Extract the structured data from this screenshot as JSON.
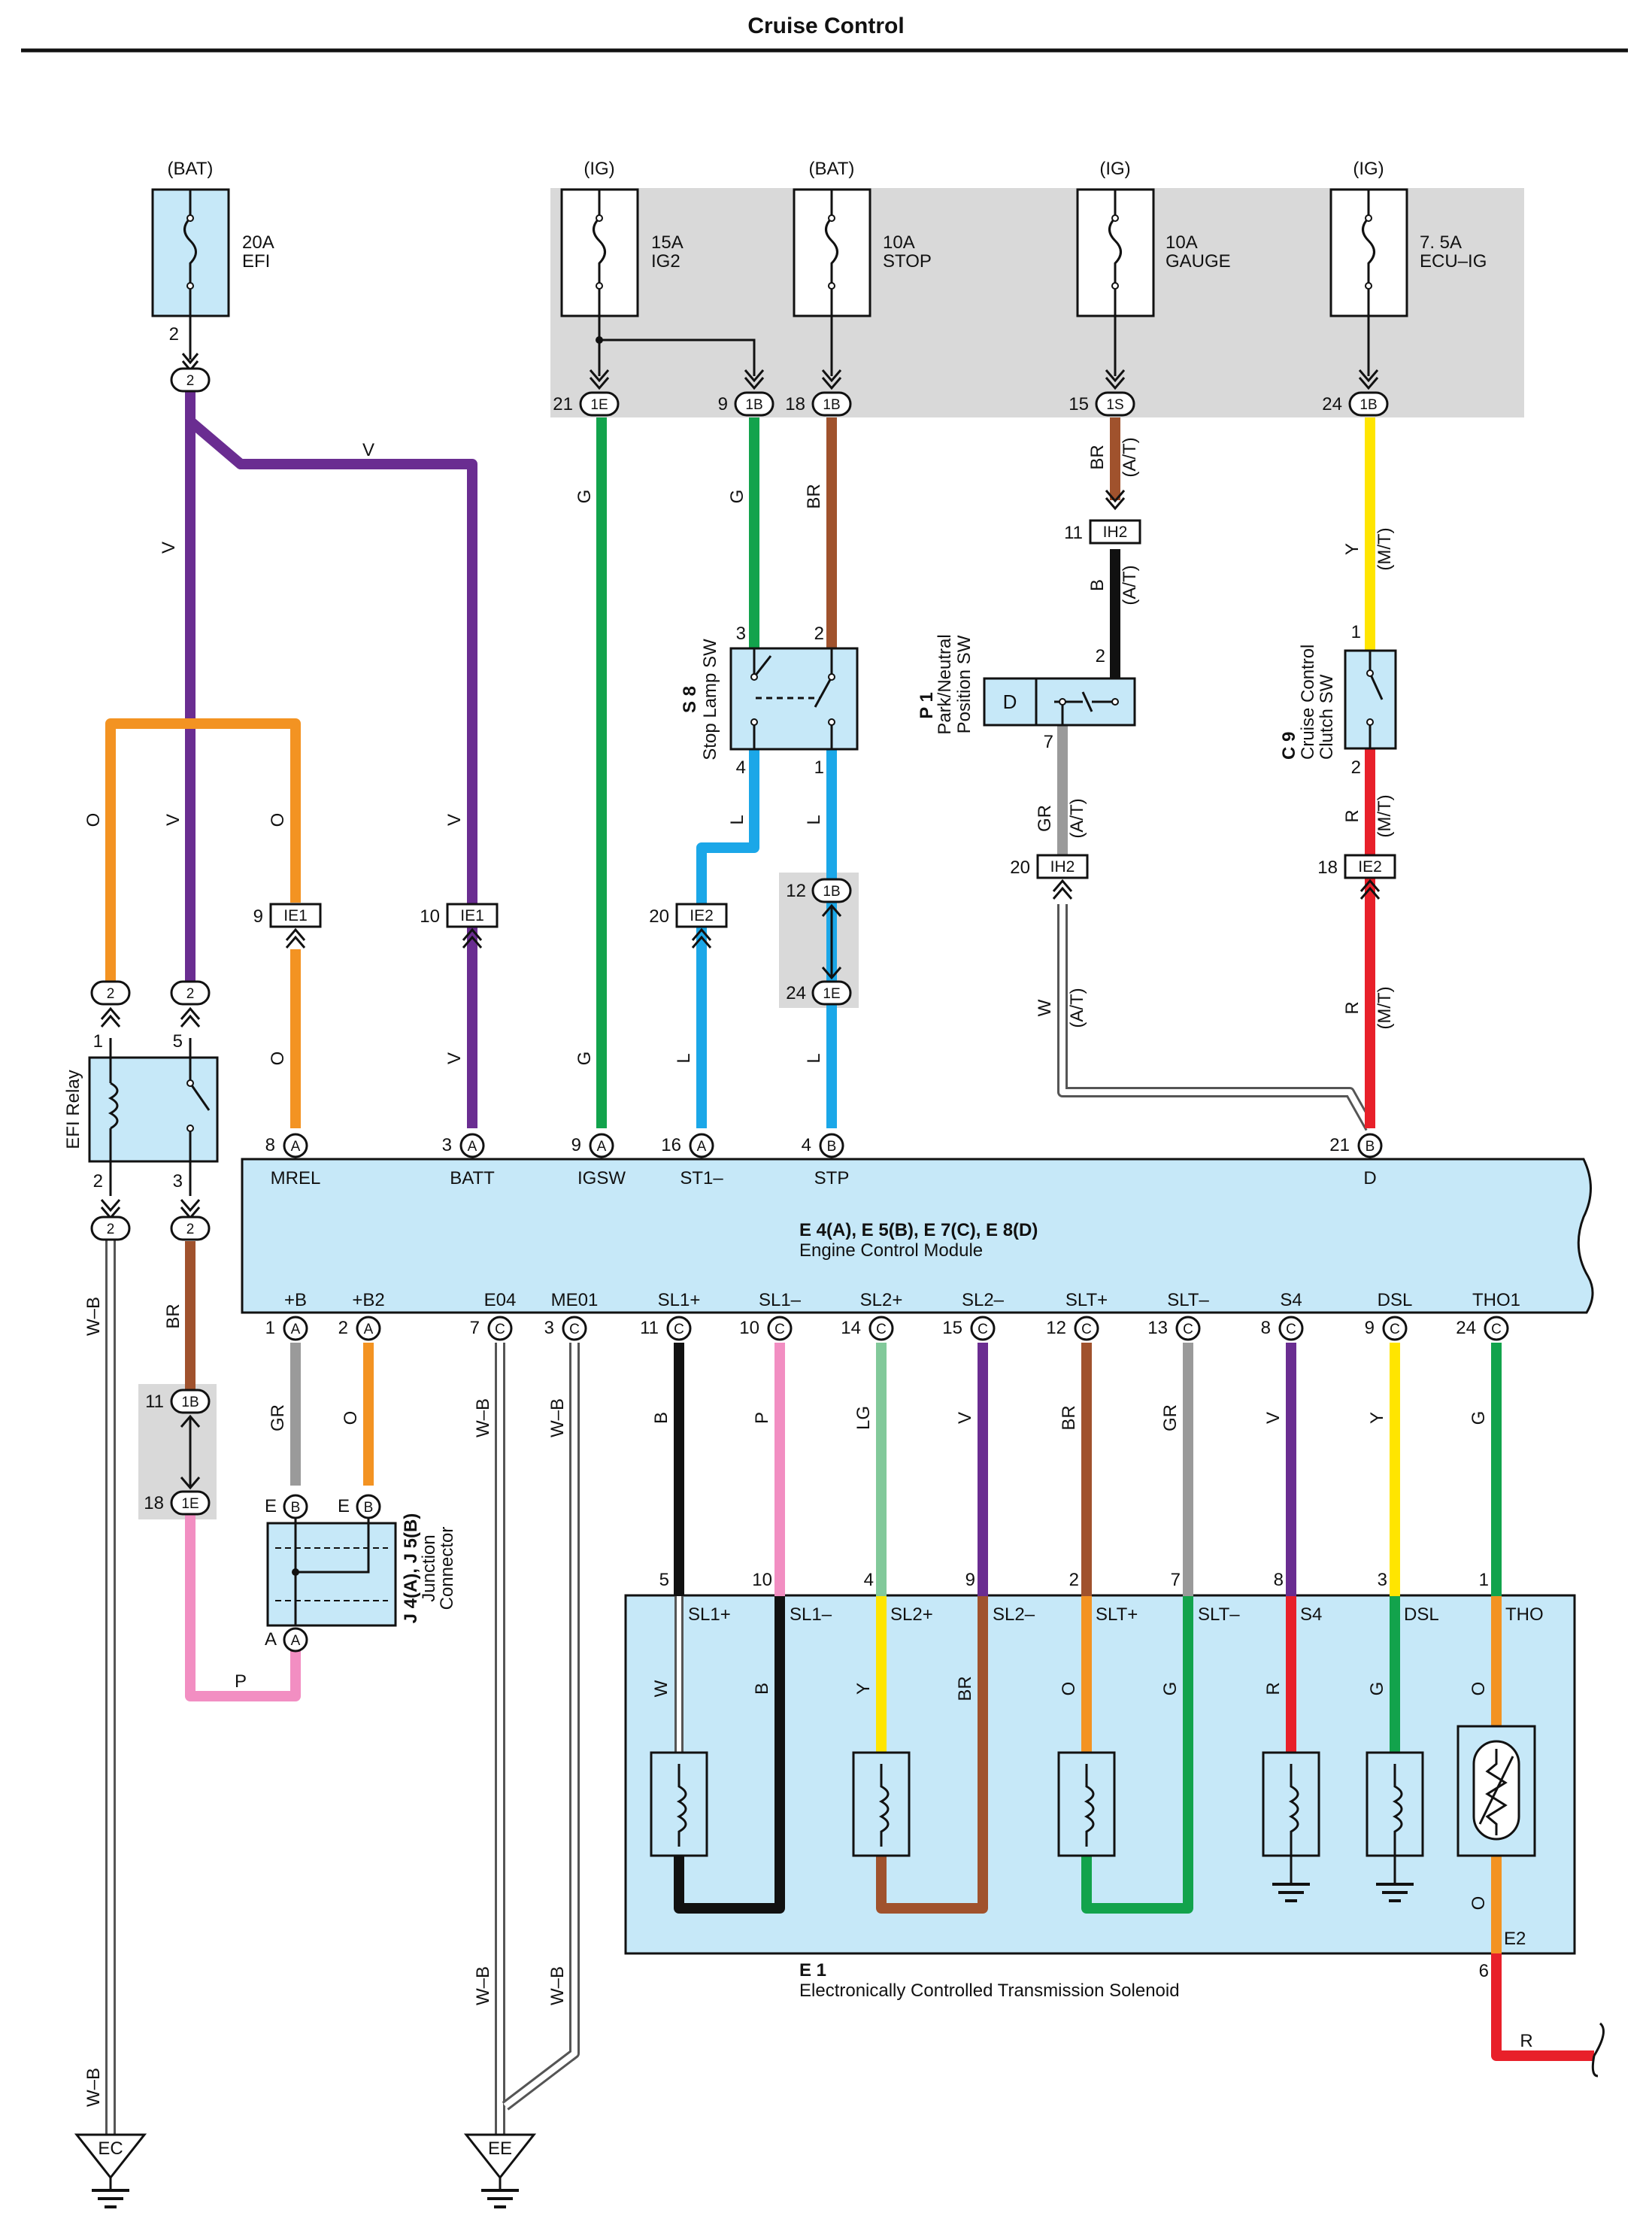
{
  "title": "Cruise Control",
  "colors": {
    "V": "#6a2d91",
    "O": "#f39322",
    "G": "#12a34c",
    "BR": "#a0522d",
    "L": "#1ba7e8",
    "Y": "#ffe500",
    "R": "#e8202a",
    "GR": "#9a9a9a",
    "B": "#111111",
    "P": "#f28ec2",
    "LG": "#82c99a",
    "W": "#ffffff",
    "module_fill": "#c6e8f8",
    "gray_zone": "#d9d9d9"
  },
  "fuses": [
    {
      "id": "efi",
      "supply": "(BAT)",
      "amp": "20A",
      "name": "EFI",
      "pin": "2",
      "conn": "2"
    },
    {
      "id": "ig2",
      "supply": "(IG)",
      "amp": "15A",
      "name": "IG2",
      "pin": "21",
      "conn": "1E"
    },
    {
      "id": "stop",
      "supply": "(BAT)",
      "amp": "10A",
      "name": "STOP",
      "pin": "18",
      "conn": "1B"
    },
    {
      "id": "gauge",
      "supply": "(IG)",
      "amp": "10A",
      "name": "GAUGE",
      "pin": "15",
      "conn": "1S"
    },
    {
      "id": "ecuig",
      "supply": "(IG)",
      "amp": "7. 5A",
      "name": "ECU–IG",
      "pin": "24",
      "conn": "1B"
    }
  ],
  "ig2_branch": {
    "pin": "9",
    "conn": "1B"
  },
  "wire_labels": {
    "v": "V",
    "o": "O",
    "g": "G",
    "br": "BR",
    "l": "L",
    "y": "Y",
    "r": "R",
    "gr": "GR",
    "b": "B",
    "w": "W",
    "p": "P",
    "lg": "LG",
    "wb": "W–B",
    "at": "(A/T)",
    "mt": "(M/T)"
  },
  "components": {
    "efi_relay": "EFI Relay",
    "stop_lamp": {
      "code": "S 8",
      "name": "Stop Lamp SW"
    },
    "pnp": {
      "code": "P 1",
      "name1": "Park/Neutral",
      "name2": "Position SW",
      "contact": "D"
    },
    "clutch": {
      "code": "C 9",
      "name1": "Cruise Control",
      "name2": "Clutch SW"
    },
    "jc": {
      "code": "J 4(A), J 5(B)",
      "name1": "Junction",
      "name2": "Connector"
    },
    "ecm": {
      "codes": "E 4(A), E 5(B), E 7(C), E 8(D)",
      "name": "Engine Control Module"
    },
    "solenoid": {
      "code": "E 1",
      "name": "Electronically Controlled Transmission Solenoid"
    }
  },
  "connectors": {
    "ih2": "IH2",
    "ie1": "IE1",
    "ie2": "IE2",
    "c1b": "1B",
    "c1e": "1E",
    "c2": "2"
  },
  "ecm_top_terms": [
    {
      "pin": "8",
      "conn": "A",
      "name": "MREL"
    },
    {
      "pin": "3",
      "conn": "A",
      "name": "BATT"
    },
    {
      "pin": "9",
      "conn": "A",
      "name": "IGSW"
    },
    {
      "pin": "16",
      "conn": "A",
      "name": "ST1–"
    },
    {
      "pin": "4",
      "conn": "B",
      "name": "STP"
    },
    {
      "pin": "21",
      "conn": "B",
      "name": "D"
    }
  ],
  "ecm_bottom_terms": [
    {
      "pin": "1",
      "conn": "A",
      "name": "+B"
    },
    {
      "pin": "2",
      "conn": "A",
      "name": "+B2"
    },
    {
      "pin": "7",
      "conn": "C",
      "name": "E04"
    },
    {
      "pin": "3",
      "conn": "C",
      "name": "ME01"
    },
    {
      "pin": "11",
      "conn": "C",
      "name": "SL1+"
    },
    {
      "pin": "10",
      "conn": "C",
      "name": "SL1–"
    },
    {
      "pin": "14",
      "conn": "C",
      "name": "SL2+"
    },
    {
      "pin": "15",
      "conn": "C",
      "name": "SL2–"
    },
    {
      "pin": "12",
      "conn": "C",
      "name": "SLT+"
    },
    {
      "pin": "13",
      "conn": "C",
      "name": "SLT–"
    },
    {
      "pin": "8",
      "conn": "C",
      "name": "S4"
    },
    {
      "pin": "9",
      "conn": "C",
      "name": "DSL"
    },
    {
      "pin": "24",
      "conn": "C",
      "name": "THO1"
    }
  ],
  "solenoid_terms": [
    {
      "pin": "5",
      "name": "SL1+"
    },
    {
      "pin": "10",
      "name": "SL1–"
    },
    {
      "pin": "4",
      "name": "SL2+"
    },
    {
      "pin": "9",
      "name": "SL2–"
    },
    {
      "pin": "2",
      "name": "SLT+"
    },
    {
      "pin": "7",
      "name": "SLT–"
    },
    {
      "pin": "8",
      "name": "S4"
    },
    {
      "pin": "3",
      "name": "DSL"
    },
    {
      "pin": "1",
      "name": "THO"
    }
  ],
  "e2": {
    "pin": "6",
    "name": "E2"
  },
  "grounds": {
    "ec": "EC",
    "ee": "EE"
  },
  "pins": {
    "relay1": "1",
    "relay2": "2",
    "relay3": "3",
    "relay5": "5",
    "sw3": "3",
    "sw2": "2",
    "sw4": "4",
    "sw1": "1",
    "pnp2": "2",
    "pnp7": "7",
    "clutch1": "1",
    "clutch2": "2",
    "ie1_9": "9",
    "ie1_10": "10",
    "ie2_20": "20",
    "ie2_18": "18",
    "ih2_11": "11",
    "ih2_20": "20",
    "j12": "12",
    "j24": "24",
    "j11": "11",
    "j18": "18",
    "jcE": "E",
    "jcA": "A",
    "jcB": "B"
  }
}
